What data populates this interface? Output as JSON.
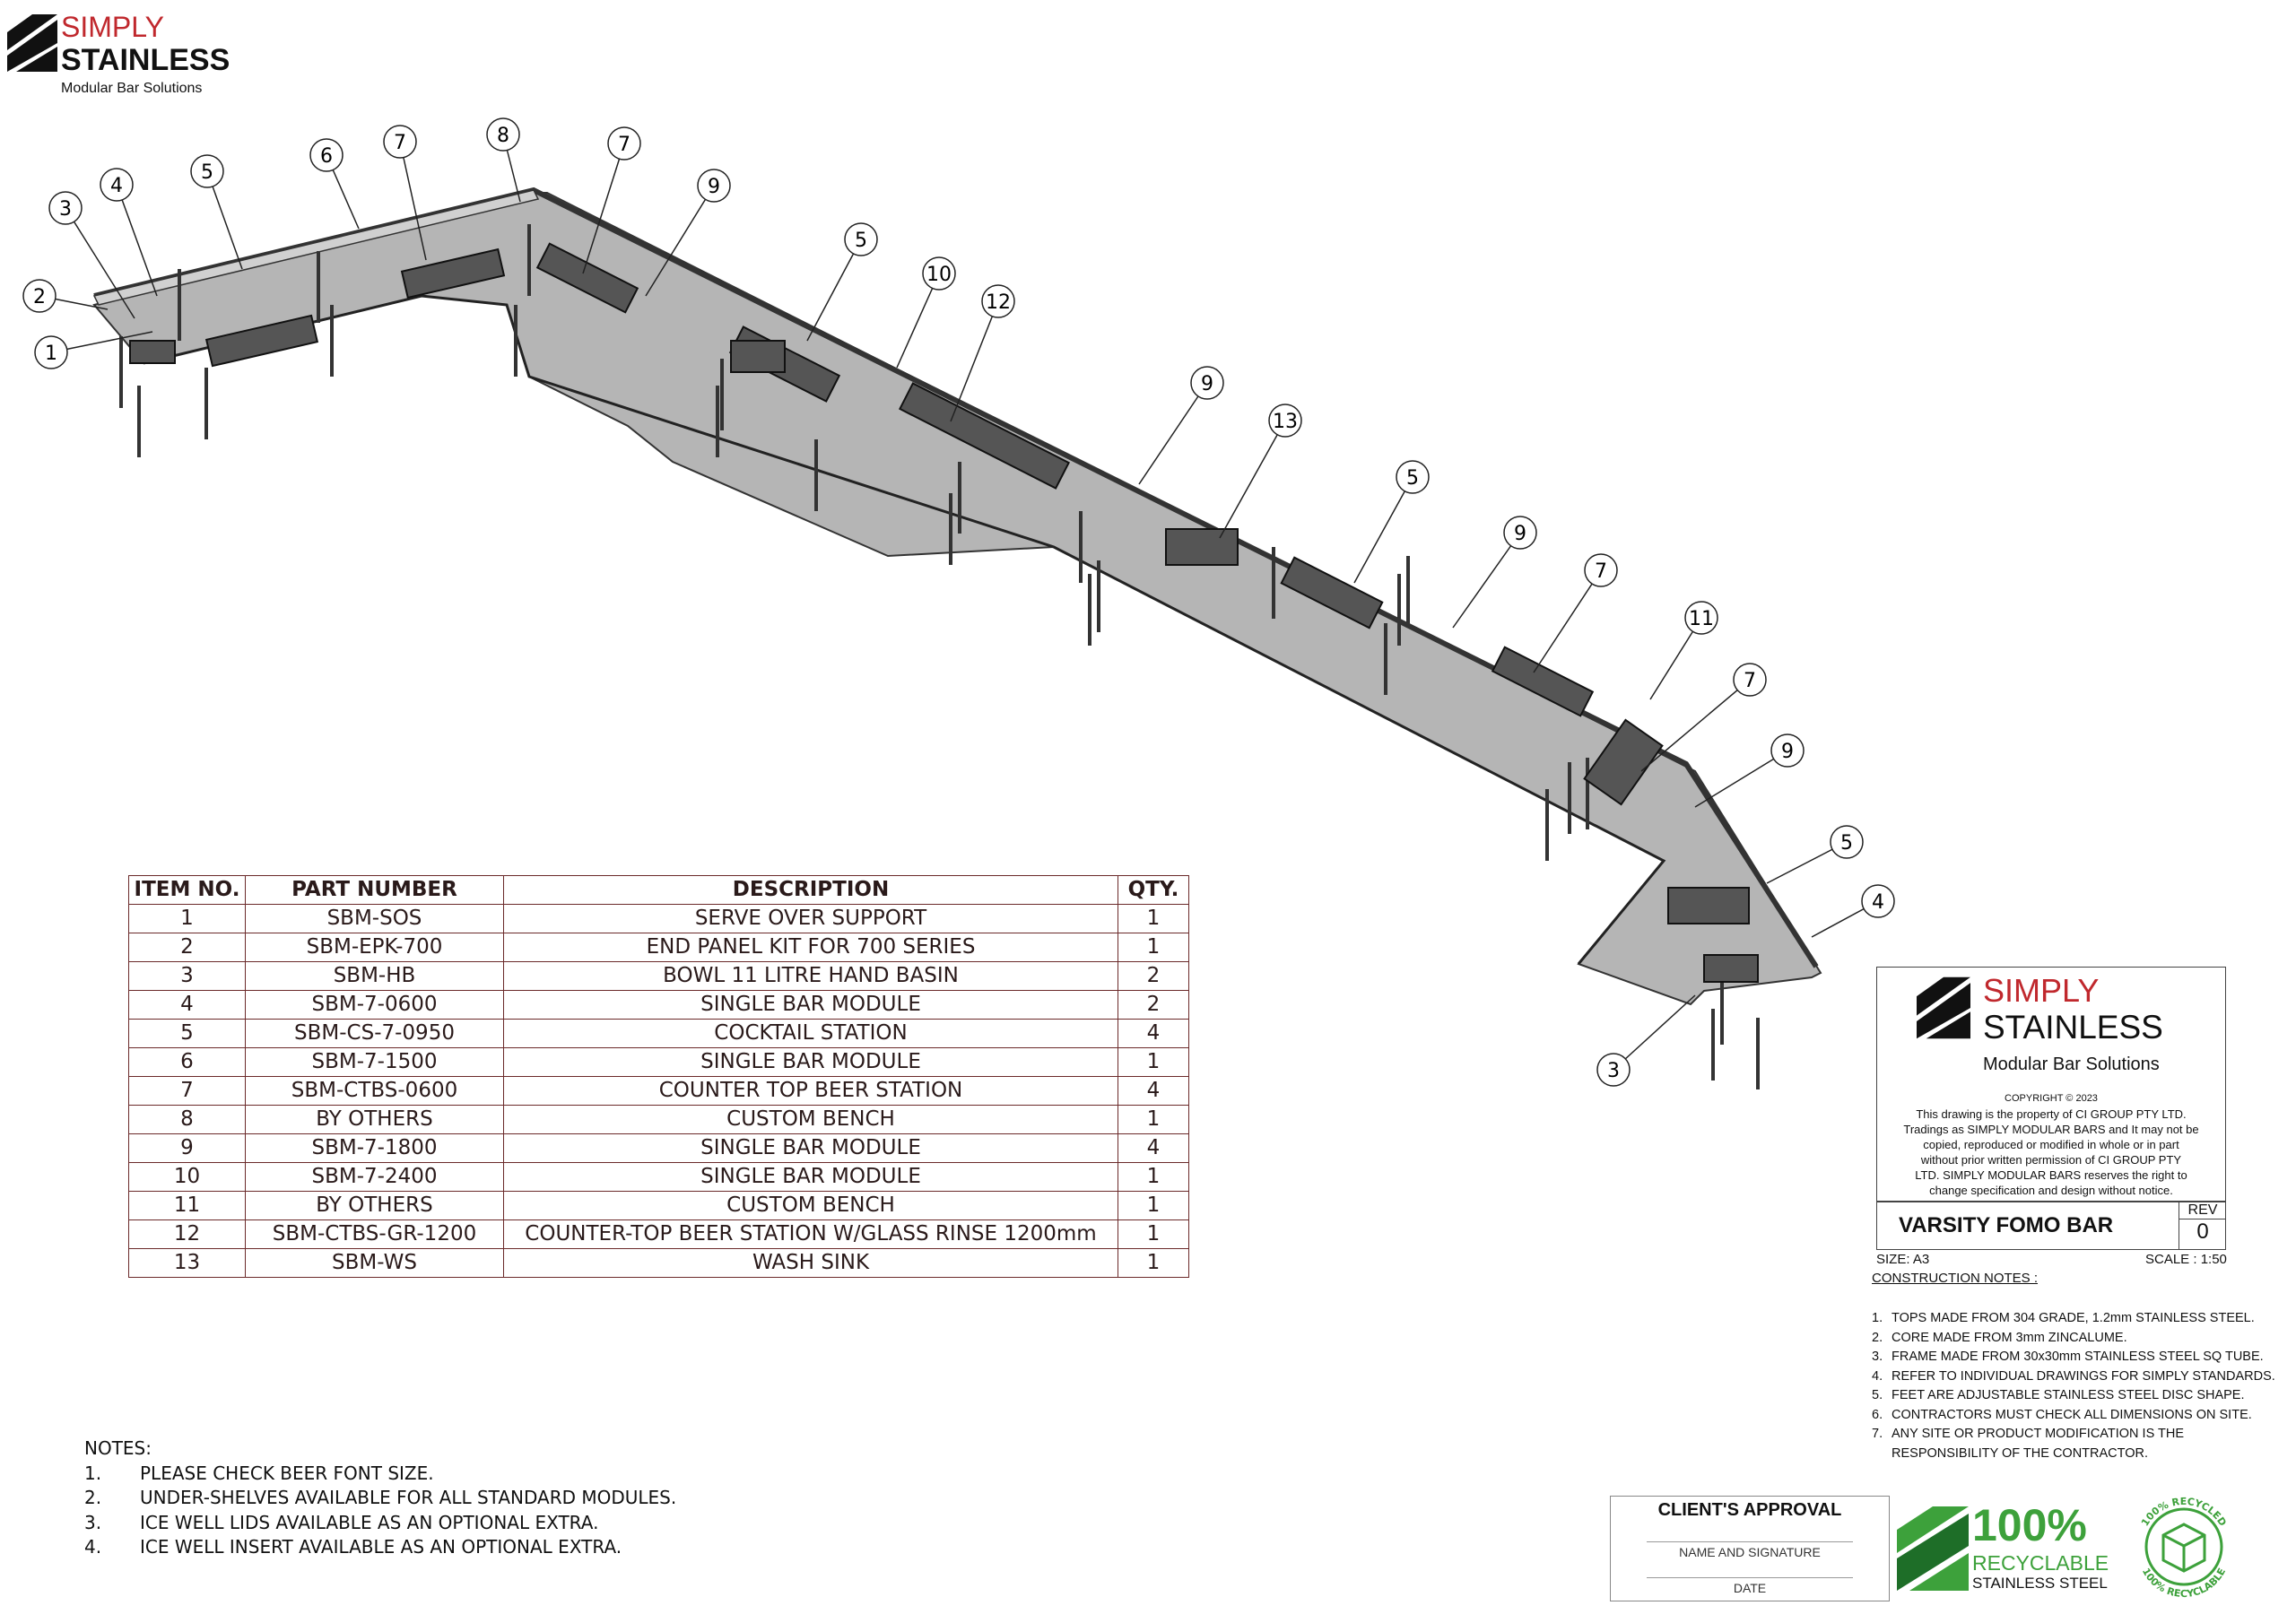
{
  "brand": {
    "line1": "SIMPLY",
    "line2": "STAINLESS",
    "tagline": "Modular Bar Solutions",
    "red": "#c0282d"
  },
  "callouts": [
    "1",
    "2",
    "3",
    "4",
    "5",
    "6",
    "7",
    "8",
    "7",
    "9",
    "5",
    "10",
    "12",
    "9",
    "13",
    "5",
    "9",
    "7",
    "11",
    "7",
    "9",
    "5",
    "4",
    "3"
  ],
  "bom": {
    "headers": [
      "ITEM NO.",
      "PART NUMBER",
      "DESCRIPTION",
      "QTY."
    ],
    "rows": [
      [
        "1",
        "SBM-SOS",
        "SERVE OVER SUPPORT",
        "1"
      ],
      [
        "2",
        "SBM-EPK-700",
        "END PANEL KIT FOR 700 SERIES",
        "1"
      ],
      [
        "3",
        "SBM-HB",
        "BOWL 11 LITRE HAND BASIN",
        "2"
      ],
      [
        "4",
        "SBM-7-0600",
        "SINGLE BAR MODULE",
        "2"
      ],
      [
        "5",
        "SBM-CS-7-0950",
        "COCKTAIL STATION",
        "4"
      ],
      [
        "6",
        "SBM-7-1500",
        "SINGLE BAR MODULE",
        "1"
      ],
      [
        "7",
        "SBM-CTBS-0600",
        "COUNTER TOP BEER STATION",
        "4"
      ],
      [
        "8",
        "BY OTHERS",
        "CUSTOM BENCH",
        "1"
      ],
      [
        "9",
        "SBM-7-1800",
        "SINGLE BAR MODULE",
        "4"
      ],
      [
        "10",
        "SBM-7-2400",
        "SINGLE BAR MODULE",
        "1"
      ],
      [
        "11",
        "BY OTHERS",
        "CUSTOM BENCH",
        "1"
      ],
      [
        "12",
        "SBM-CTBS-GR-1200",
        "COUNTER-TOP BEER STATION W/GLASS RINSE 1200mm",
        "1"
      ],
      [
        "13",
        "SBM-WS",
        "WASH SINK",
        "1"
      ]
    ]
  },
  "notes": {
    "title": "NOTES:",
    "items": [
      {
        "num": "1.",
        "text": "PLEASE CHECK BEER FONT SIZE."
      },
      {
        "num": "2.",
        "text": "UNDER-SHELVES AVAILABLE FOR ALL STANDARD MODULES."
      },
      {
        "num": "3.",
        "text": "ICE WELL LIDS AVAILABLE AS AN OPTIONAL EXTRA."
      },
      {
        "num": "4.",
        "text": "ICE WELL INSERT AVAILABLE AS AN OPTIONAL EXTRA."
      }
    ]
  },
  "title_block": {
    "copyright": "COPYRIGHT ©  2023",
    "copy_lines": [
      "This drawing is the property of CI GROUP PTY LTD.",
      "Tradings as SIMPLY MODULAR BARS and It may not be",
      "copied, reproduced or modified in whole or in part",
      "without prior written permission of CI GROUP PTY",
      "LTD. SIMPLY MODULAR BARS reserves the right to",
      "change specification and design without notice."
    ],
    "project": "VARSITY FOMO BAR",
    "rev_label": "REV",
    "rev": "0",
    "size": "SIZE: A3",
    "scale": "SCALE :  1:50"
  },
  "construction_notes": {
    "title": "CONSTRUCTION NOTES :",
    "items": [
      {
        "num": "1.",
        "text": "TOPS MADE FROM 304 GRADE, 1.2mm STAINLESS STEEL."
      },
      {
        "num": "2.",
        "text": "CORE MADE FROM 3mm ZINCALUME."
      },
      {
        "num": "3.",
        "text": "FRAME MADE FROM 30x30mm STAINLESS STEEL SQ TUBE."
      },
      {
        "num": "4.",
        "text": "REFER TO INDIVIDUAL DRAWINGS FOR SIMPLY STANDARDS."
      },
      {
        "num": "5.",
        "text": "FEET ARE ADJUSTABLE STAINLESS STEEL DISC SHAPE."
      },
      {
        "num": "6.",
        "text": "CONTRACTORS MUST CHECK ALL DIMENSIONS ON SITE."
      },
      {
        "num": "7.",
        "text": "ANY SITE OR PRODUCT MODIFICATION IS THE"
      },
      {
        "num": "",
        "text": "RESPONSIBILITY OF THE CONTRACTOR."
      }
    ]
  },
  "approval": {
    "title": "CLIENT'S APPROVAL",
    "sign": "NAME AND SIGNATURE",
    "date": "DATE"
  },
  "recyclable": {
    "percent": "100%",
    "line1": "RECYCLABLE",
    "line2": "STAINLESS STEEL",
    "badge_top": "100% RECYCLED",
    "badge_bottom": "100% RECYCLABLE",
    "green": "#3da13b"
  }
}
